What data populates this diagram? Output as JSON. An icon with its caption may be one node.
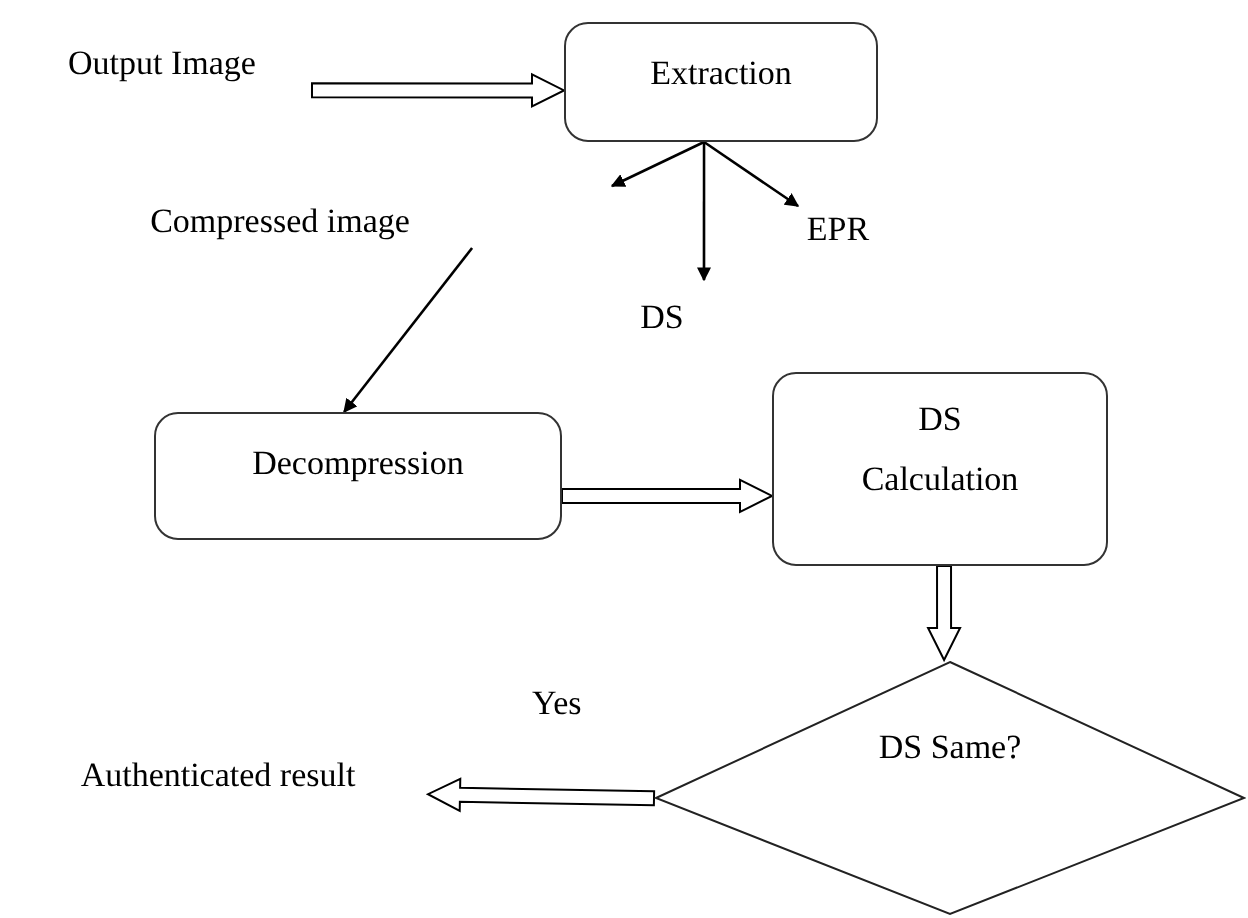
{
  "diagram": {
    "nodes": [
      {
        "text": [
          "Output Image"
        ]
      },
      {
        "text": [
          "Extraction"
        ]
      },
      {
        "text": [
          "EPR"
        ]
      },
      {
        "text": [
          "DS"
        ]
      },
      {
        "text": [
          "Compressed image"
        ]
      },
      {
        "text": [
          "Decompression"
        ]
      },
      {
        "text": [
          "DS Calculation"
        ]
      },
      {
        "text": [
          "DS Same?"
        ]
      },
      {
        "text": [
          "Authenticated result"
        ]
      }
    ],
    "edges": [
      {
        "from": 0,
        "to": 1,
        "arrow": "to",
        "style": "thick"
      },
      {
        "from": 1,
        "to": null,
        "arrow": "to"
      },
      {
        "from": 1,
        "to": 2,
        "arrow": "to"
      },
      {
        "from": 1,
        "to": 3,
        "arrow": "to"
      },
      {
        "from": 4,
        "to": 5,
        "arrow": "to"
      },
      {
        "from": 5,
        "to": 6,
        "arrow": "to",
        "style": "thick"
      },
      {
        "from": 6,
        "to": 7,
        "arrow": "to",
        "style": "thick"
      },
      {
        "from": 7,
        "to": 8,
        "arrow": "to",
        "style": "thick",
        "label": "Yes"
      }
    ]
  }
}
